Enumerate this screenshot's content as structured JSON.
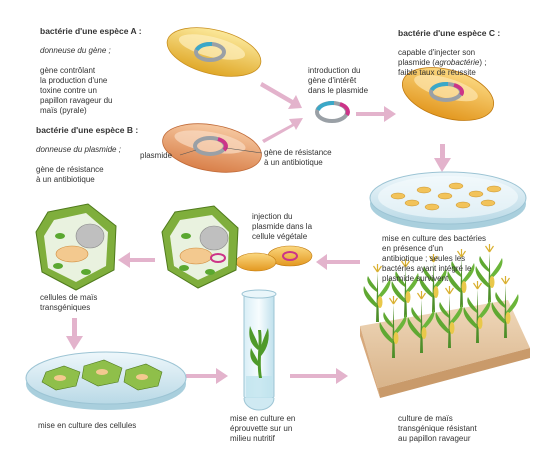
{
  "colors": {
    "arrow": "#e3b3cc",
    "bacteria_yellow": "#f2c64a",
    "bacteria_orange": "#e89a66",
    "bacteria_gold": "#f0b030",
    "plasmid_cyan": "#3aa8c8",
    "plasmid_magenta": "#cc3388",
    "plant_cell": "#7fae3c",
    "dish": "#cfe6f0",
    "soil": "#e8ccaa"
  },
  "labels": {
    "bact_a": {
      "title": "bactérie d'une espèce A :",
      "role": "donneuse du gène ;",
      "desc": "gène contrôlant\nla production d'une\ntoxine contre un\npapillon ravageur du\nmaïs (pyrale)"
    },
    "bact_b": {
      "title": "bactérie d'une espèce B :",
      "role": "donneuse du plasmide ;",
      "desc": "gène de résistance\nà un antibiotique"
    },
    "bact_c": {
      "title": "bactérie d'une espèce C :",
      "desc_pre": "capable d'injecter son\nplasmide (",
      "desc_italic": "agrobactérie",
      "desc_post": ") ;\nfaible taux de réussite"
    },
    "plasmide": "plasmide",
    "gene_resistance": "gène de résistance\nà un antibiotique",
    "introduction": "introduction du\ngène d'intérêt\ndans le plasmide",
    "mise_culture_bacteries": "mise en culture des bactéries\nen présence d'un\nantibiotique ; seules les\nbactéries ayant intégré le\nplasmide survivent",
    "injection": "injection du\nplasmide dans la\ncellule végétale",
    "cellules_mais": "cellules de maïs\ntransgéniques",
    "mise_culture_cellules": "mise en culture des cellules",
    "mise_culture_eprouvette": "mise en culture en\néprouvette sur un\nmilieu nutritif",
    "culture_mais": "culture de maïs\ntransgénique résistant\nau papillon ravageur"
  }
}
